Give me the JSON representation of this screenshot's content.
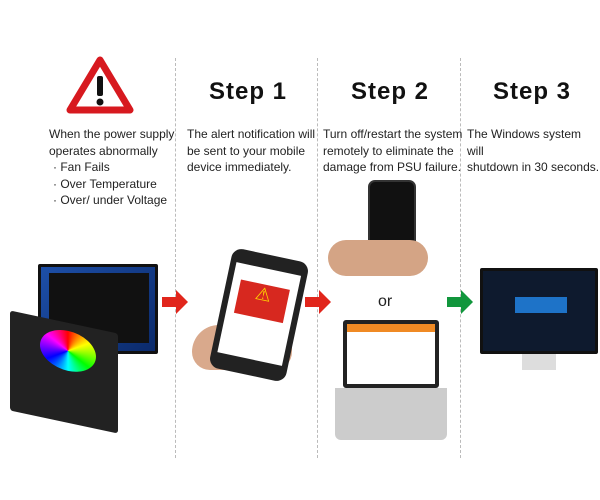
{
  "intro": {
    "icon": "warning-triangle-icon",
    "lines": [
      "When the power supply",
      "operates abnormally"
    ],
    "bullets": [
      "Fan Fails",
      "Over Temperature",
      "Over/ under Voltage"
    ]
  },
  "steps": [
    {
      "title": "Step 1",
      "lines": [
        "The alert notification will",
        "be sent to your mobile",
        "device immediately."
      ]
    },
    {
      "title": "Step 2",
      "lines": [
        "Turn off/restart the system",
        "remotely to eliminate the",
        "damage from PSU failure."
      ],
      "or_label": "or"
    },
    {
      "title": "Step 3",
      "lines": [
        "The Windows system will",
        "shutdown in 30 seconds."
      ]
    }
  ],
  "colors": {
    "red_arrow": "#e1261c",
    "green_arrow": "#11963c",
    "warning_red": "#d7191f"
  }
}
